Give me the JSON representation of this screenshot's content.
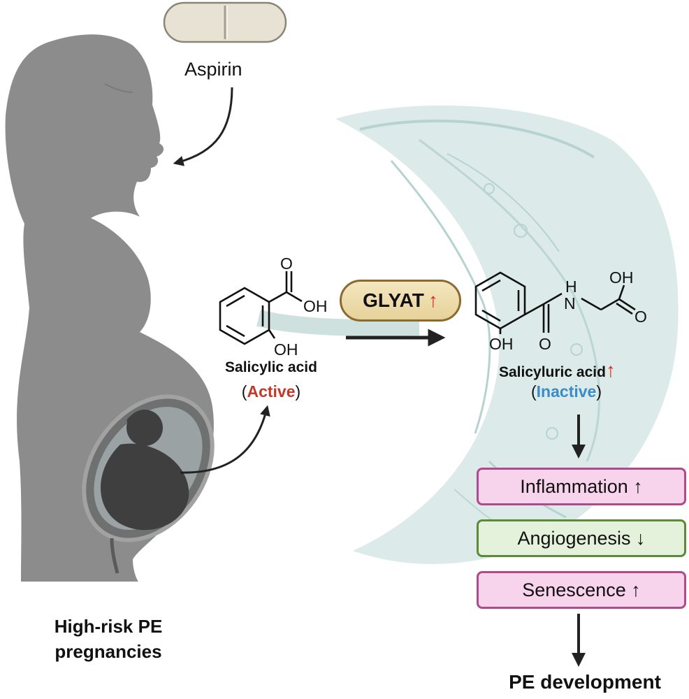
{
  "drug": {
    "label": "Aspirin"
  },
  "population": {
    "label": "High-risk PE pregnancies"
  },
  "substrate": {
    "atoms": {
      "o": "O",
      "oh_acid": "OH",
      "oh_ring": "OH"
    },
    "name": "Salicylic acid",
    "state_open": "(",
    "state": "Active",
    "state_close": ")"
  },
  "enzyme": {
    "name": "GLYAT",
    "trend": "↑"
  },
  "product": {
    "atoms": {
      "oh_acid": "OH",
      "n": "N",
      "h": "H",
      "o_acid": "O",
      "oh_ring": "OH",
      "o_amide": "O"
    },
    "name": "Salicyluric acid",
    "trend": "↑",
    "state_open": "(",
    "state": "Inactive",
    "state_close": ")"
  },
  "effects": [
    {
      "label": "Inflammation ↑"
    },
    {
      "label": "Angiogenesis ↓"
    },
    {
      "label": "Senescence ↑"
    }
  ],
  "outcome": {
    "label": "PE development"
  },
  "colors": {
    "active": "#c0392b",
    "inactive": "#3a8cc9",
    "increase": "#e0251c",
    "effect_pink": "#f7d4ec",
    "effect_green": "#e4f2dc",
    "placenta": "#d3e6e4",
    "silhouette": "#8c8c8c"
  }
}
